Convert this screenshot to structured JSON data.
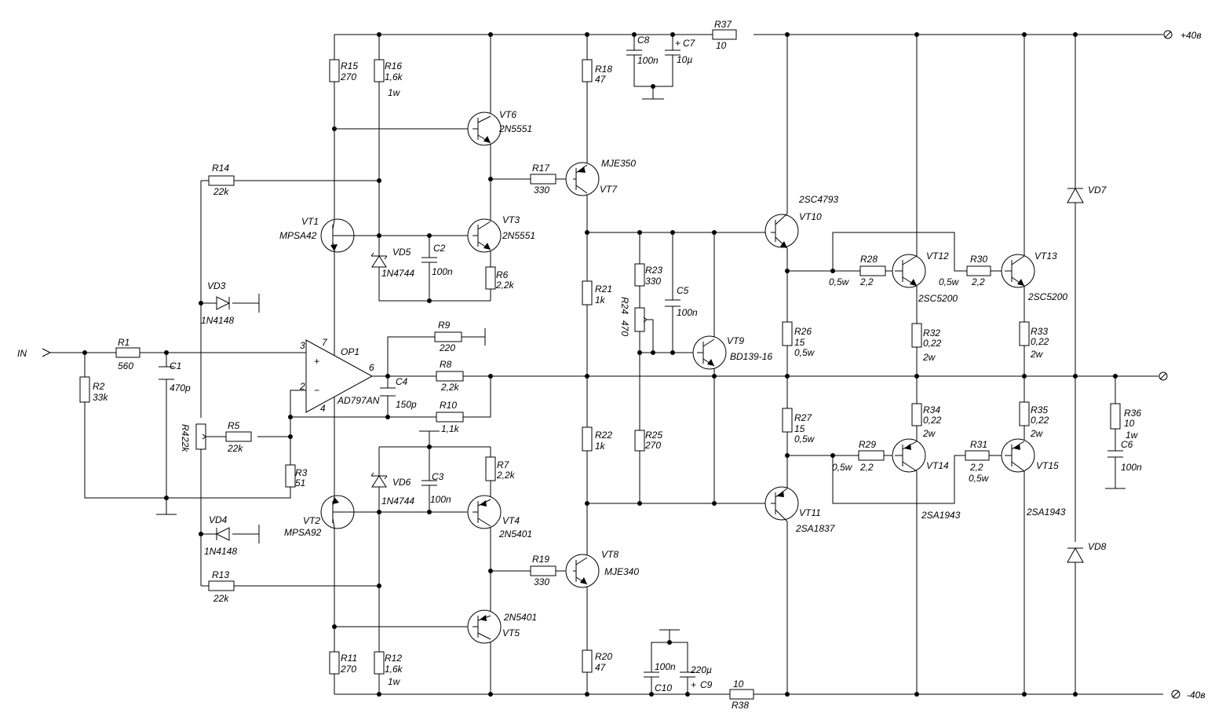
{
  "schematic": {
    "input_label": "IN",
    "rail_pos": "+40в",
    "rail_neg": "-40в",
    "opamp": {
      "name": "OP1",
      "part": "AD797AN",
      "pins": {
        "p7": "7",
        "p3": "3",
        "p2": "2",
        "p6": "6",
        "p4": "4"
      },
      "plus": "+",
      "minus": "−"
    },
    "resistors": {
      "R1": {
        "name": "R1",
        "value": "560"
      },
      "R2": {
        "name": "R2",
        "value": "33k"
      },
      "R3": {
        "name": "R3",
        "value": "51"
      },
      "R4": {
        "name": "R4",
        "value": "22k"
      },
      "R5": {
        "name": "R5",
        "value": "22k"
      },
      "R6": {
        "name": "R6",
        "value": "2,2k"
      },
      "R7": {
        "name": "R7",
        "value": "2,2k"
      },
      "R8": {
        "name": "R8",
        "value": "2,2k"
      },
      "R9": {
        "name": "R9",
        "value": "220"
      },
      "R10": {
        "name": "R10",
        "value": "1,1k"
      },
      "R11": {
        "name": "R11",
        "value": "270"
      },
      "R12": {
        "name": "R12",
        "value": "1,6k",
        "power": "1w"
      },
      "R13": {
        "name": "R13",
        "value": "22k"
      },
      "R14": {
        "name": "R14",
        "value": "22k"
      },
      "R15": {
        "name": "R15",
        "value": "270"
      },
      "R16": {
        "name": "R16",
        "value": "1,6k",
        "power": "1w"
      },
      "R17": {
        "name": "R17",
        "value": "330"
      },
      "R18": {
        "name": "R18",
        "value": "47"
      },
      "R19": {
        "name": "R19",
        "value": "330"
      },
      "R20": {
        "name": "R20",
        "value": "47"
      },
      "R21": {
        "name": "R21",
        "value": "1k"
      },
      "R22": {
        "name": "R22",
        "value": "1k"
      },
      "R23": {
        "name": "R23",
        "value": "330"
      },
      "R24": {
        "name": "R24",
        "value": "470"
      },
      "R25": {
        "name": "R25",
        "value": "270"
      },
      "R26": {
        "name": "R26",
        "value": "15",
        "power": "0,5w"
      },
      "R27": {
        "name": "R27",
        "value": "15",
        "power": "0,5w"
      },
      "R28": {
        "name": "R28",
        "value": "2,2",
        "power": "0,5w"
      },
      "R29": {
        "name": "R29",
        "value": "2,2",
        "power": "0,5w"
      },
      "R30": {
        "name": "R30",
        "value": "2,2",
        "power": "0,5w"
      },
      "R31": {
        "name": "R31",
        "value": "2,2",
        "power": "0,5w"
      },
      "R32": {
        "name": "R32",
        "value": "0,22",
        "power": "2w"
      },
      "R33": {
        "name": "R33",
        "value": "0,22",
        "power": "2w"
      },
      "R34": {
        "name": "R34",
        "value": "0,22",
        "power": "2w"
      },
      "R35": {
        "name": "R35",
        "value": "0,22",
        "power": "2w"
      },
      "R36": {
        "name": "R36",
        "value": "10",
        "power": "1w"
      },
      "R37": {
        "name": "R37",
        "value": "10"
      },
      "R38": {
        "name": "R38",
        "value": "10"
      }
    },
    "capacitors": {
      "C1": {
        "name": "C1",
        "value": "470p"
      },
      "C2": {
        "name": "C2",
        "value": "100n"
      },
      "C3": {
        "name": "C3",
        "value": "100n"
      },
      "C4": {
        "name": "C4",
        "value": "150p"
      },
      "C5": {
        "name": "C5",
        "value": "100n"
      },
      "C6": {
        "name": "C6",
        "value": "100n"
      },
      "C7": {
        "name": "C7",
        "value": "10µ",
        "sign": "+"
      },
      "C8": {
        "name": "C8",
        "value": "100n"
      },
      "C9": {
        "name": "C9",
        "value": "220µ",
        "sign": "+"
      },
      "C10": {
        "name": "C10",
        "value": "100n"
      }
    },
    "diodes": {
      "VD3": {
        "name": "VD3",
        "part": "1N4148"
      },
      "VD4": {
        "name": "VD4",
        "part": "1N4148"
      },
      "VD5": {
        "name": "VD5",
        "part": "1N4744"
      },
      "VD6": {
        "name": "VD6",
        "part": "1N4744"
      },
      "VD7": {
        "name": "VD7"
      },
      "VD8": {
        "name": "VD8"
      }
    },
    "transistors": {
      "VT1": {
        "name": "VT1",
        "part": "MPSA42"
      },
      "VT2": {
        "name": "VT2",
        "part": "MPSA92"
      },
      "VT3": {
        "name": "VT3",
        "part": "2N5551"
      },
      "VT4": {
        "name": "VT4",
        "part": "2N5401"
      },
      "VT5": {
        "name": "VT5",
        "part": "2N5401"
      },
      "VT6": {
        "name": "VT6",
        "part": "2N5551"
      },
      "VT7": {
        "name": "VT7",
        "part": "MJE350"
      },
      "VT8": {
        "name": "VT8",
        "part": "MJE340"
      },
      "VT9": {
        "name": "VT9",
        "part": "BD139-16"
      },
      "VT10": {
        "name": "VT10",
        "part": "2SC4793"
      },
      "VT11": {
        "name": "VT11",
        "part": "2SA1837"
      },
      "VT12": {
        "name": "VT12",
        "part": "2SC5200"
      },
      "VT13": {
        "name": "VT13",
        "part": "2SC5200"
      },
      "VT14": {
        "name": "VT14",
        "part": "2SA1943"
      },
      "VT15": {
        "name": "VT15",
        "part": "2SA1943"
      }
    }
  }
}
